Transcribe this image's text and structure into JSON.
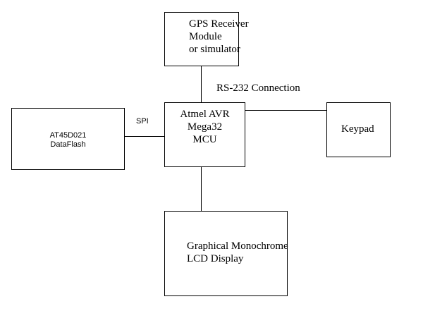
{
  "diagram": {
    "gps": {
      "line1": "GPS Receiver",
      "line2": "Module",
      "line3": "or simulator"
    },
    "mcu": {
      "line1": "Atmel AVR",
      "line2": "Mega32",
      "line3": "MCU"
    },
    "dataflash": {
      "line1": "AT45D021",
      "line2": "DataFlash"
    },
    "keypad": {
      "label": "Keypad"
    },
    "lcd": {
      "line1": "Graphical Monochrome",
      "line2": "LCD Display"
    },
    "connections": {
      "rs232": "RS-232 Connection",
      "spi": "SPI"
    }
  }
}
